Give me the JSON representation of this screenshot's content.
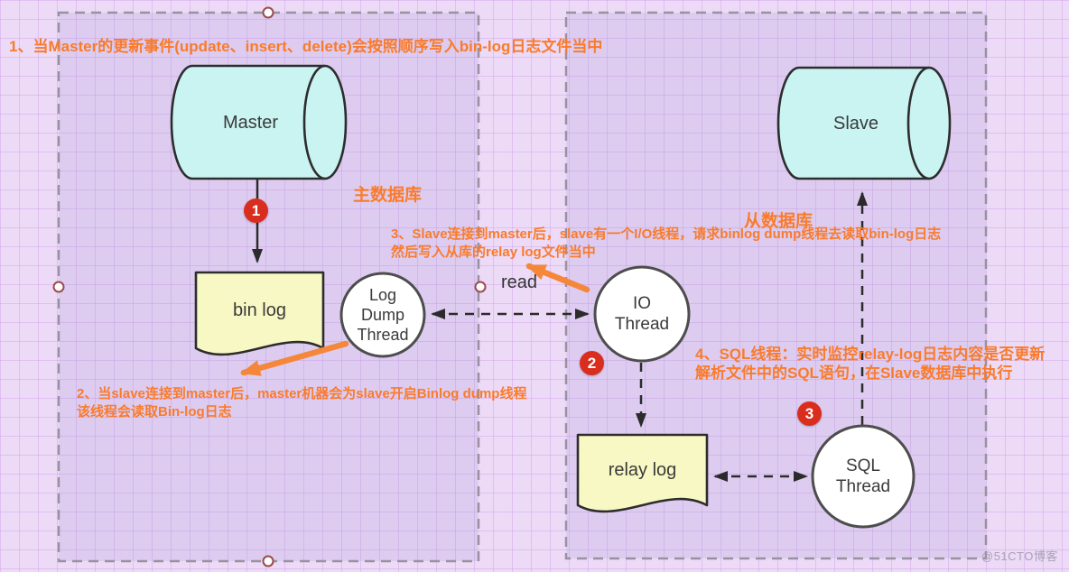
{
  "labels": {
    "step1": "1、当Master的更新事件(update、insert、delete)会按照顺序写入bin-log日志文件当中",
    "step2": "2、当slave连接到master后，master机器会为slave开启Binlog dump线程\n该线程会读取Bin-log日志",
    "step3": "3、Slave连接到master后，slave有一个I/O线程，请求binlog dump线程去读取bin-log日志\n然后写入从库的relay log文件当中",
    "step4": "4、SQL线程：实时监控relay-log日志内容是否更新\n解析文件中的SQL语句，在Slave数据库中执行",
    "master_group": "主数据库",
    "slave_group": "从数据库",
    "read": "read"
  },
  "nodes": {
    "master": "Master",
    "slave": "Slave",
    "bin_log": "bin log",
    "relay_log": "relay log",
    "log_dump_thread": "Log\nDump\nThread",
    "io_thread": "IO\nThread",
    "sql_thread": "SQL\nThread"
  },
  "badges": {
    "one": "1",
    "two": "2",
    "three": "3"
  },
  "watermark": "@51CTO博客",
  "colors": {
    "annotation_orange": "#f97b2c",
    "arrow_orange": "#f5873b",
    "cylinder_fill": "#c9f4f2",
    "document_fill": "#f8f8c4",
    "badge_red": "#d92d1e",
    "canvas_bg": "#ecdaf7",
    "region_border": "#99919f"
  }
}
